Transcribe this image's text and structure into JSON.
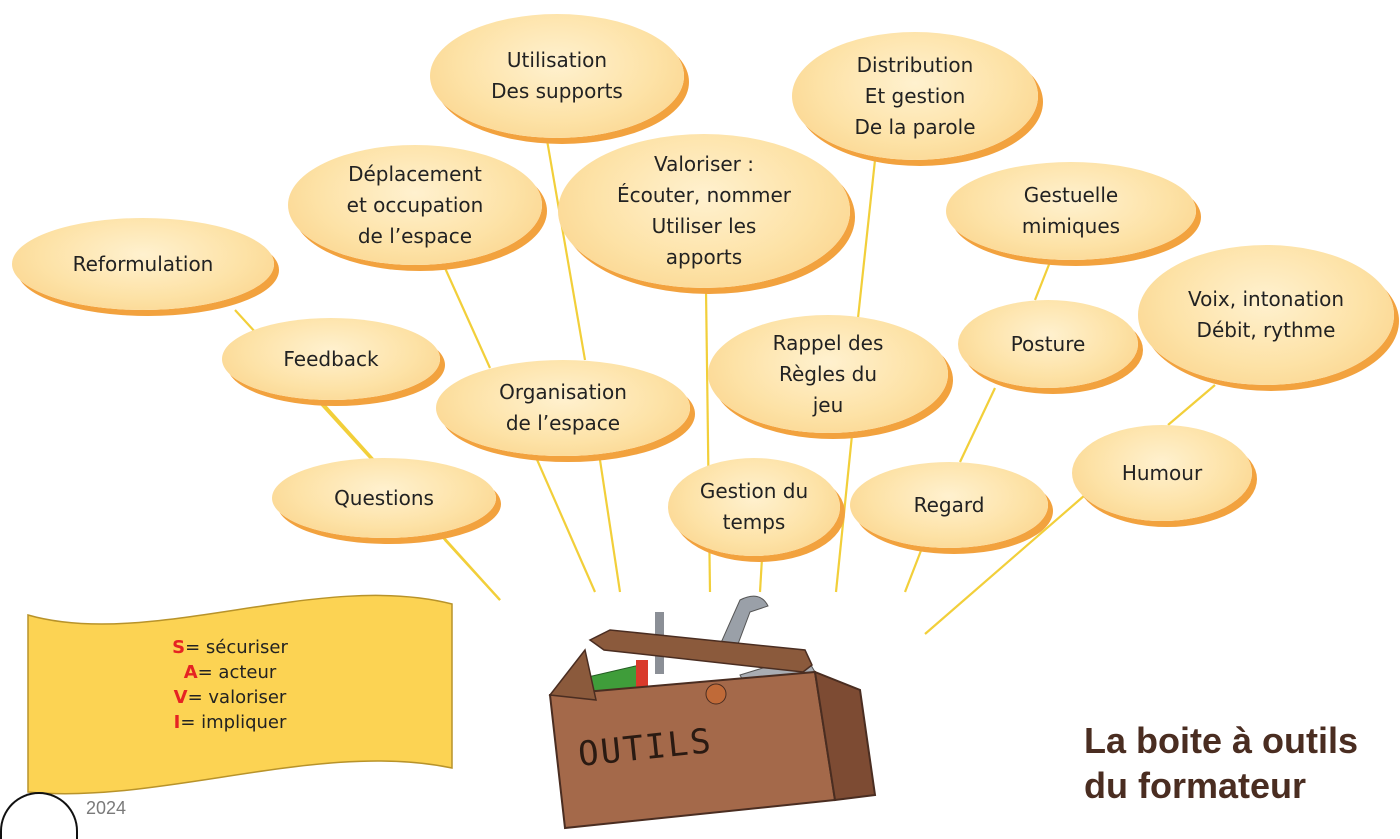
{
  "bubbles": [
    {
      "id": "reformulation",
      "label": "Reformulation"
    },
    {
      "id": "feedback",
      "label": "Feedback"
    },
    {
      "id": "questions",
      "label": "Questions"
    },
    {
      "id": "deplacement",
      "label": "Déplacement\net occupation\nde l’espace"
    },
    {
      "id": "organisation",
      "label": "Organisation\nde l’espace"
    },
    {
      "id": "utilisation",
      "label": "Utilisation\nDes supports"
    },
    {
      "id": "valoriser",
      "label": "Valoriser :\nÉcouter, nommer\nUtiliser les\napports"
    },
    {
      "id": "gestion-temps",
      "label": "Gestion du\ntemps"
    },
    {
      "id": "rappel-regles",
      "label": "Rappel des\nRègles du\njeu"
    },
    {
      "id": "distribution",
      "label": "Distribution\nEt gestion\nDe la parole"
    },
    {
      "id": "gestuelle",
      "label": "Gestuelle\nmimiques"
    },
    {
      "id": "posture",
      "label": "Posture"
    },
    {
      "id": "regard",
      "label": "Regard"
    },
    {
      "id": "voix",
      "label": "Voix, intonation\nDébit, rythme"
    },
    {
      "id": "humour",
      "label": "Humour"
    }
  ],
  "legend": {
    "entries": [
      {
        "key": "S",
        "text": "= sécuriser"
      },
      {
        "key": "A",
        "text": "= acteur"
      },
      {
        "key": "V",
        "text": "= valoriser"
      },
      {
        "key": "I",
        "text": "= impliquer"
      }
    ],
    "colors": {
      "background": "#fcd353",
      "border": "#b8932a",
      "key": "#e52323"
    }
  },
  "toolbox": {
    "label": "OUTILS"
  },
  "title": {
    "line1": "La boite à outils",
    "line2": "du formateur"
  },
  "footer": {
    "year": "2024"
  },
  "colors": {
    "bubble_fill": "#fde2a6",
    "bubble_shadow": "#f2a23e",
    "connector": "#f2cf3a",
    "title": "#4a2d21"
  }
}
